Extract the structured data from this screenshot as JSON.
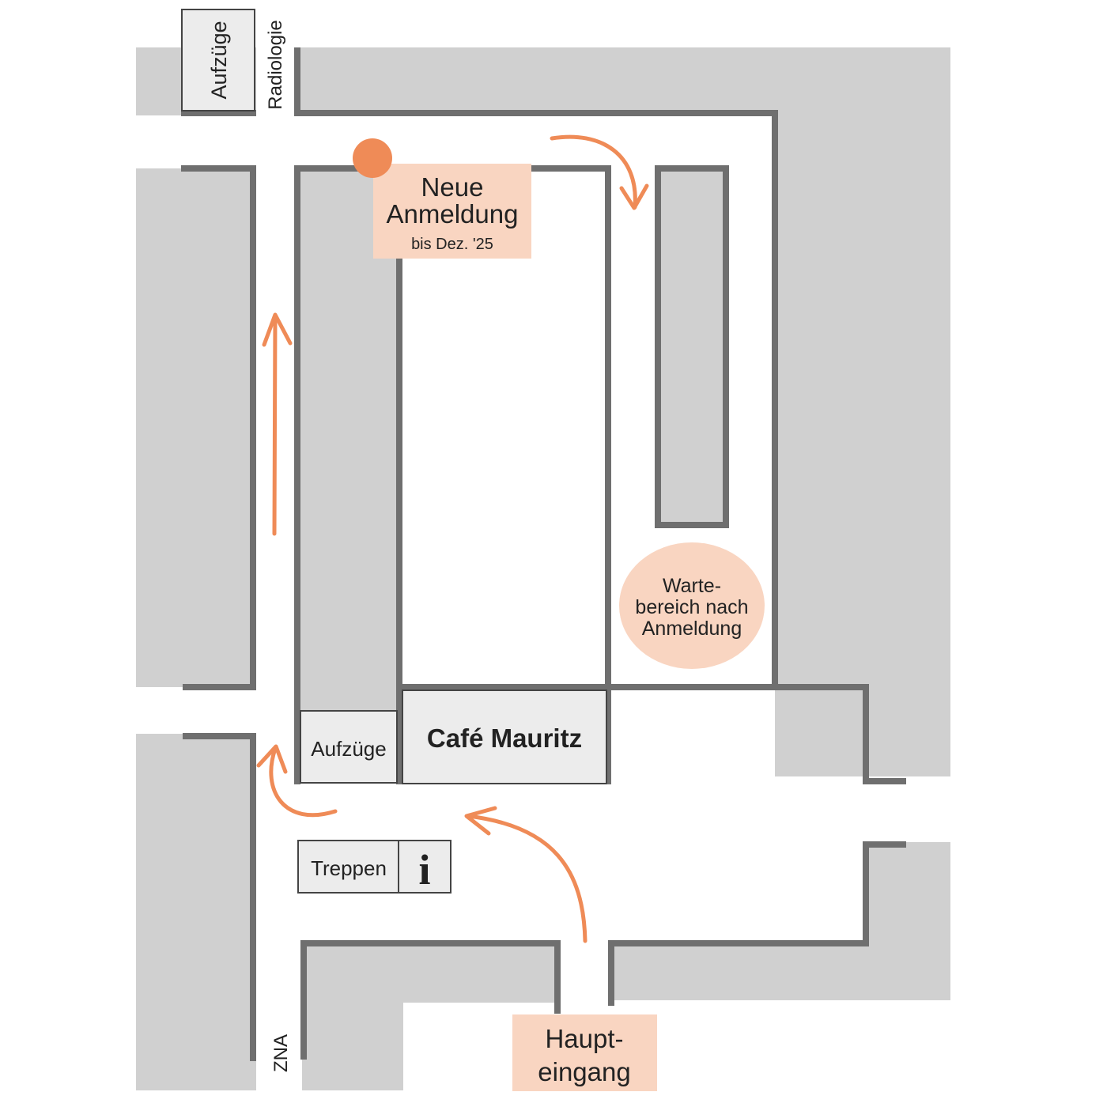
{
  "colors": {
    "building": "#d0d0d0",
    "wall": "#6f6f6f",
    "room": "#ececec",
    "accent": "#ef8b57",
    "highlight": "#f9d5c1"
  },
  "labels": {
    "aufzuege_top": "Aufzüge",
    "radiologie": "Radiologie",
    "neue_line1": "Neue",
    "neue_line2": "Anmeldung",
    "neue_sub": "bis Dez. '25",
    "warte_line1": "Warte-",
    "warte_line2": "bereich nach",
    "warte_line3": "Anmeldung",
    "aufzuege_bottom": "Aufzüge",
    "cafe": "Café Mauritz",
    "treppen": "Treppen",
    "info": "i",
    "zna": "ZNA",
    "haupt_line1": "Haupt-",
    "haupt_line2": "eingang"
  },
  "icons": {
    "location_marker": "location-dot-icon",
    "information": "info-icon"
  }
}
